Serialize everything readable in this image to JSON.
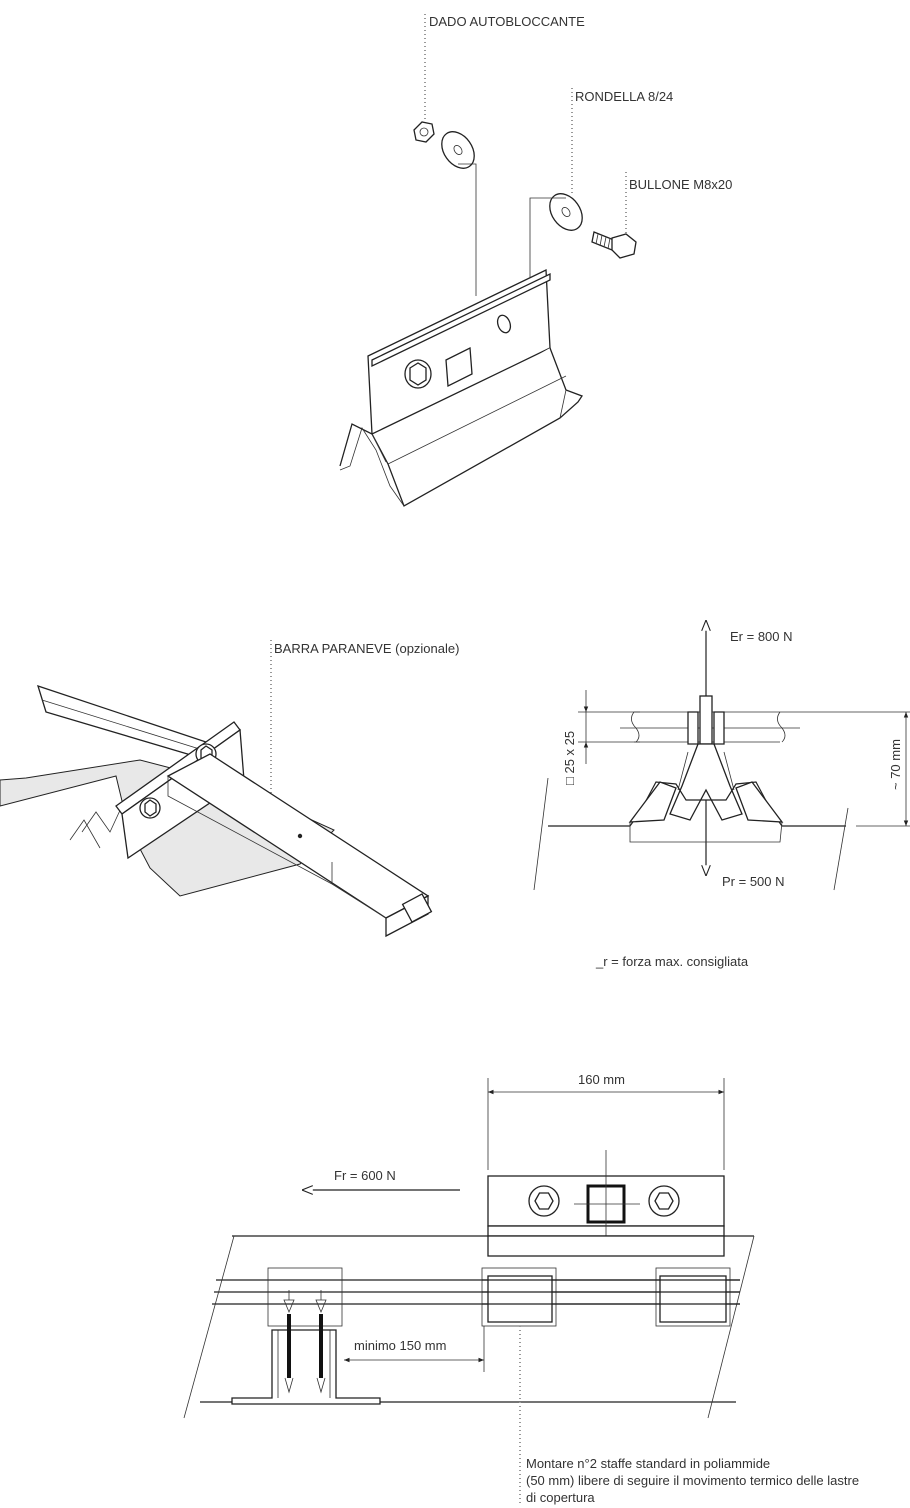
{
  "labels": {
    "nut": "DADO AUTOBLOCCANTE",
    "washer": "RONDELLA 8/24",
    "bolt": "BULLONE M8x20",
    "snow_bar": "BARRA PARANEVE (opzionale)"
  },
  "forces": {
    "er": "Er = 800 N",
    "pr": "Pr  = 500 N",
    "fr": "Fr = 600 N",
    "legend": "_r  =  forza max. consigliata"
  },
  "dimensions": {
    "bar_section": "□ 25 x 25",
    "height": "~ 70 mm",
    "width": "160 mm",
    "min_distance": "minimo 150 mm"
  },
  "note": {
    "line1": "Montare n°2  staffe standard in poliammide",
    "line2": "(50 mm) libere di seguire il movimento termico delle lastre",
    "line3": "di copertura"
  }
}
